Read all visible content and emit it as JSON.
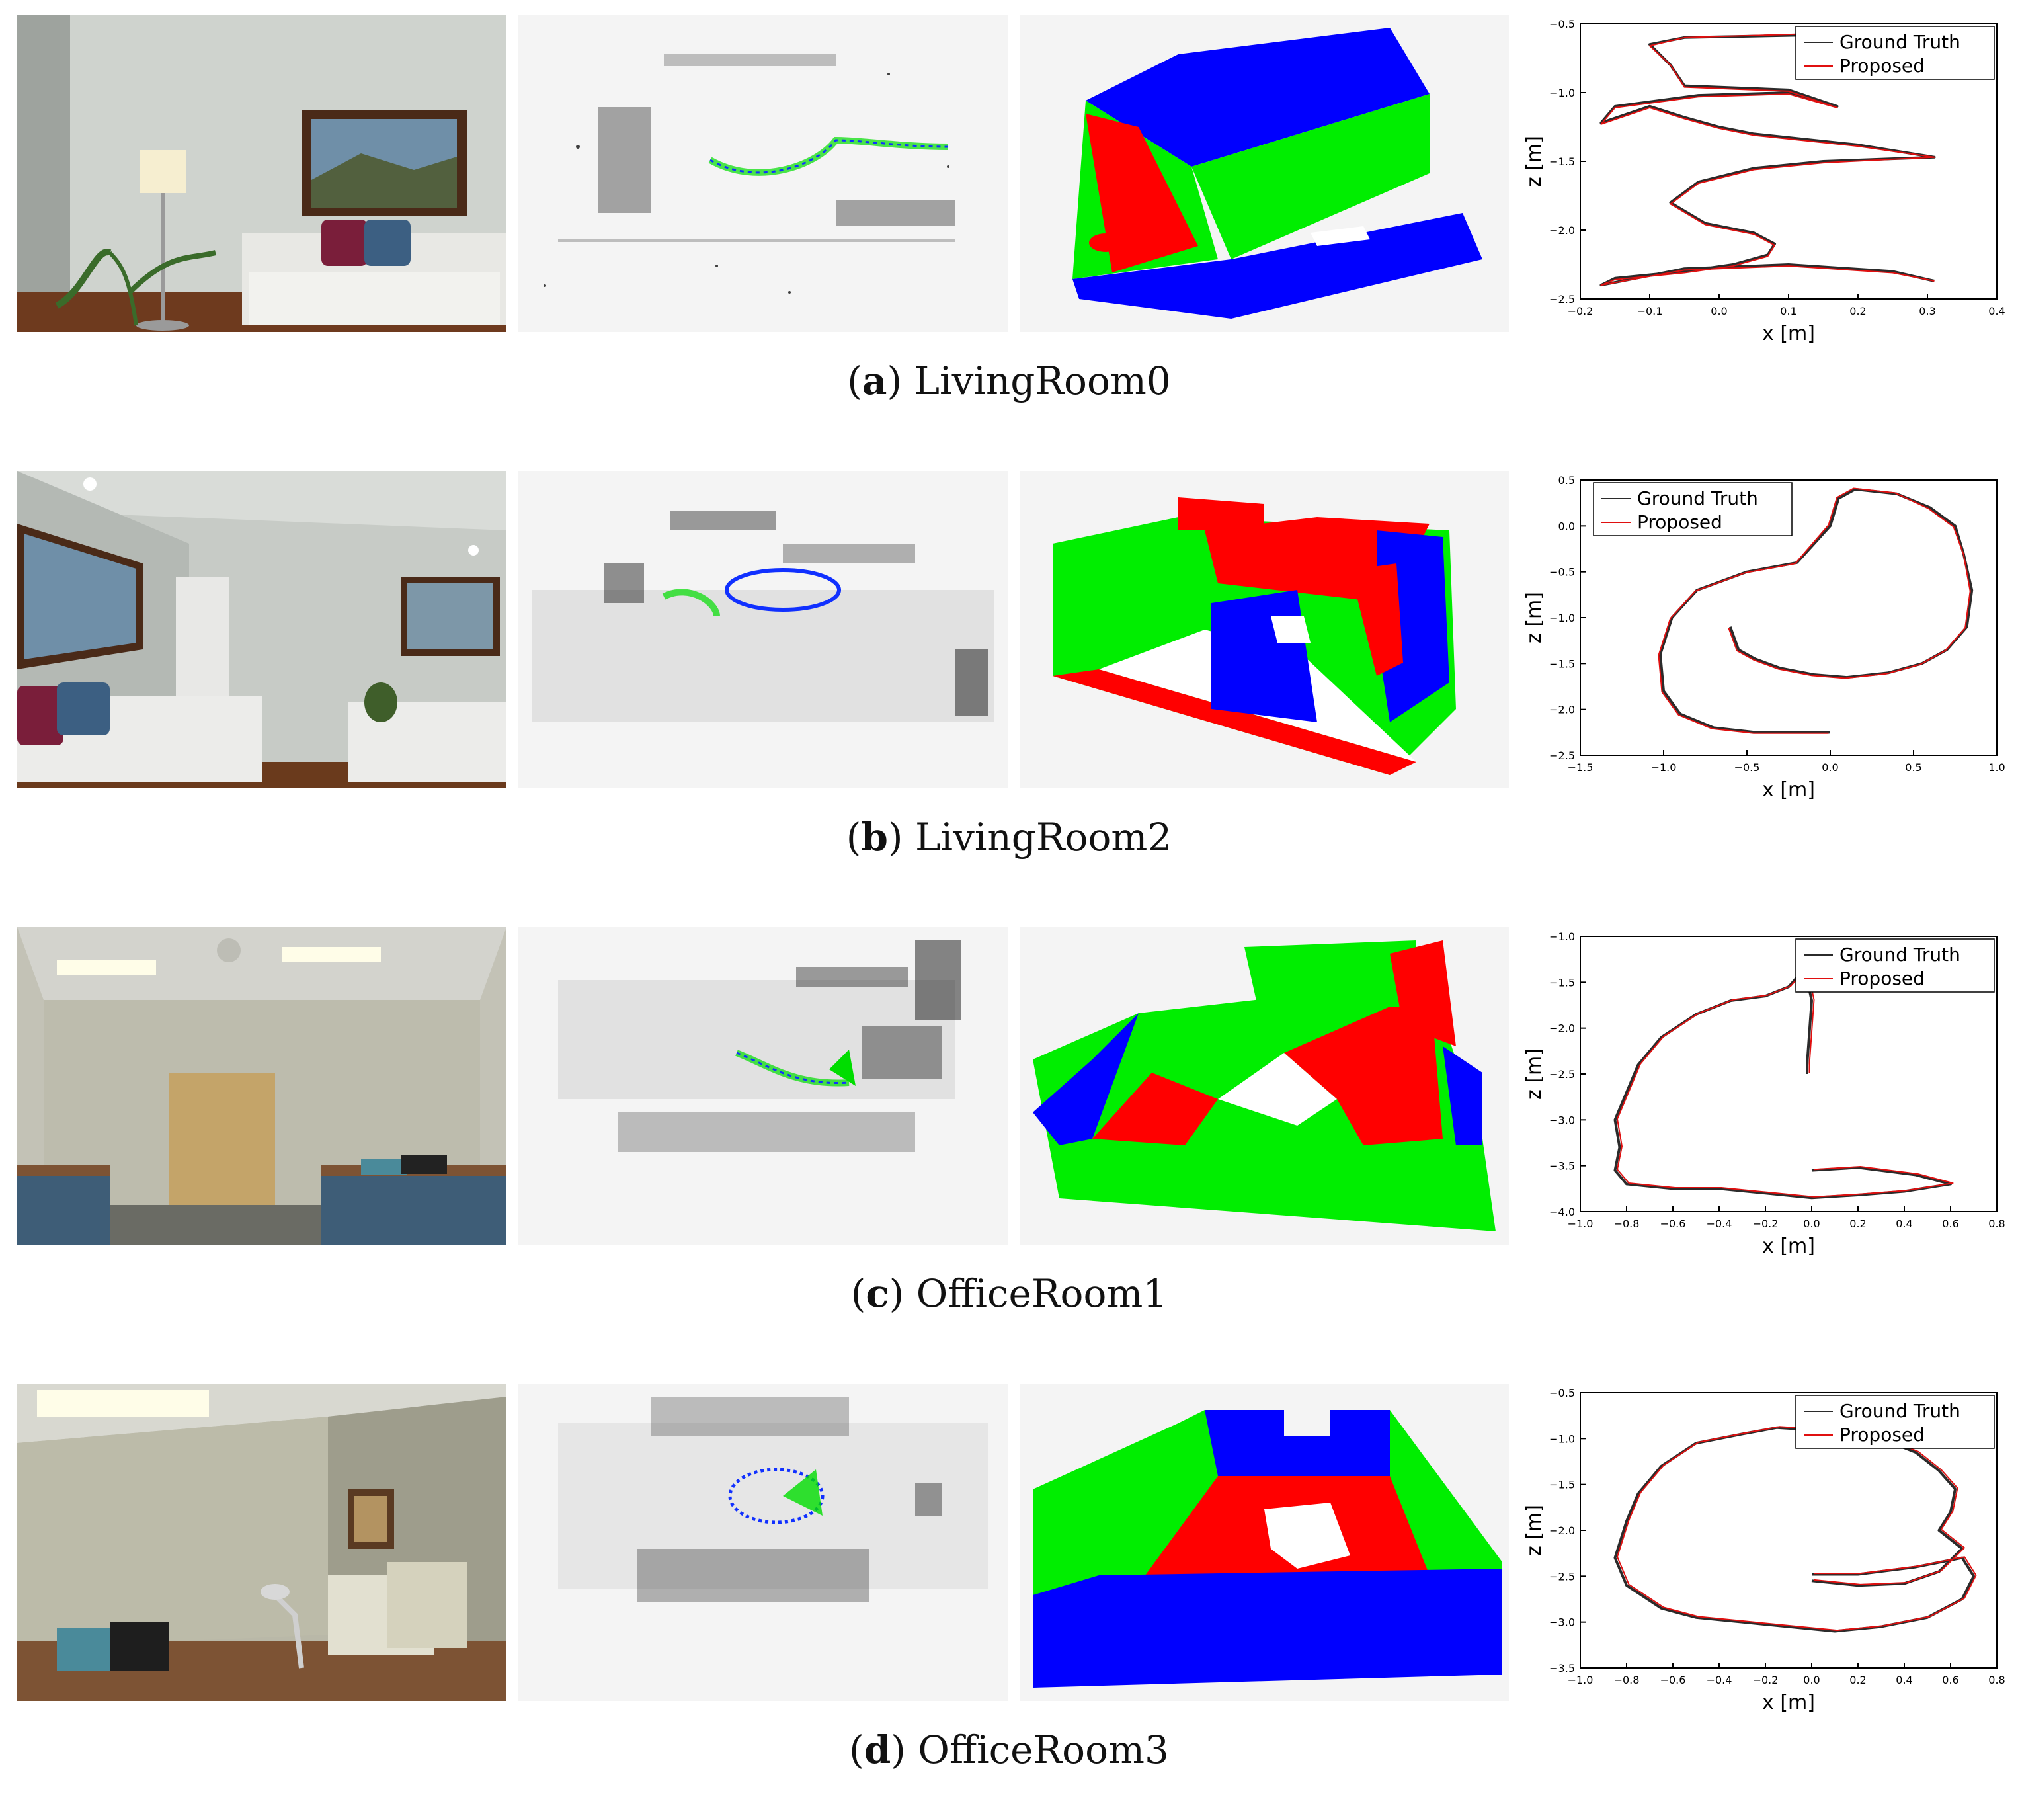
{
  "colors": {
    "ground_truth": "#2b2b2b",
    "proposed": "#e01010",
    "plane_red": "#ff0000",
    "plane_green": "#00ee00",
    "plane_blue": "#0000ff",
    "background": "#f4f4f4"
  },
  "legend": {
    "ground_truth": "Ground Truth",
    "proposed": "Proposed"
  },
  "rows": [
    {
      "letter": "a",
      "name": "LivingRoom0",
      "open_paren": "(",
      "close_paren": ")"
    },
    {
      "letter": "b",
      "name": "LivingRoom2",
      "open_paren": "(",
      "close_paren": ")"
    },
    {
      "letter": "c",
      "name": "OfficeRoom1",
      "open_paren": "(",
      "close_paren": ")"
    },
    {
      "letter": "d",
      "name": "OfficeRoom3",
      "open_paren": "(",
      "close_paren": ")"
    }
  ],
  "chart_data": [
    {
      "type": "line",
      "xlabel": "x [m]",
      "ylabel": "z [m]",
      "xlim": [
        -0.2,
        0.4
      ],
      "ylim": [
        -2.5,
        -0.5
      ],
      "xticks": [
        "−0.2",
        "−0.1",
        "0.0",
        "0.1",
        "0.2",
        "0.3",
        "0.4"
      ],
      "yticks": [
        "−2.5",
        "−2.0",
        "−1.5",
        "−1.0",
        "−0.5"
      ],
      "legend_position": "top-right",
      "series": [
        {
          "name": "Ground Truth",
          "x": [
            0.15,
            -0.05,
            -0.1,
            -0.07,
            -0.05,
            0.1,
            0.17,
            0.1,
            -0.03,
            -0.15,
            -0.17,
            -0.1,
            -0.05,
            0.0,
            0.05,
            0.2,
            0.31,
            0.15,
            0.05,
            -0.03,
            -0.07,
            -0.02,
            0.05,
            0.08,
            0.07,
            0.02,
            -0.05,
            -0.15,
            -0.17,
            -0.05,
            0.1,
            0.25,
            0.31
          ],
          "y": [
            -0.58,
            -0.6,
            -0.65,
            -0.8,
            -0.95,
            -0.98,
            -1.1,
            -1.0,
            -1.02,
            -1.1,
            -1.22,
            -1.1,
            -1.18,
            -1.25,
            -1.3,
            -1.38,
            -1.47,
            -1.5,
            -1.55,
            -1.65,
            -1.8,
            -1.95,
            -2.02,
            -2.1,
            -2.18,
            -2.25,
            -2.3,
            -2.35,
            -2.4,
            -2.28,
            -2.25,
            -2.3,
            -2.37
          ]
        },
        {
          "name": "Proposed",
          "x": [
            0.15,
            -0.05,
            -0.1,
            -0.07,
            -0.05,
            0.1,
            0.17,
            0.1,
            -0.03,
            -0.15,
            -0.17,
            -0.1,
            -0.05,
            0.0,
            0.05,
            0.2,
            0.31,
            0.15,
            0.05,
            -0.03,
            -0.07,
            -0.02,
            0.05,
            0.08,
            0.07,
            0.02,
            -0.05,
            -0.15,
            -0.17,
            -0.05,
            0.1,
            0.25,
            0.31
          ],
          "y": [
            -0.57,
            -0.6,
            -0.66,
            -0.8,
            -0.96,
            -0.99,
            -1.11,
            -1.01,
            -1.03,
            -1.11,
            -1.23,
            -1.11,
            -1.19,
            -1.26,
            -1.31,
            -1.39,
            -1.47,
            -1.51,
            -1.56,
            -1.66,
            -1.81,
            -1.96,
            -2.03,
            -2.11,
            -2.19,
            -2.26,
            -2.31,
            -2.36,
            -2.4,
            -2.29,
            -2.26,
            -2.31,
            -2.37
          ]
        }
      ]
    },
    {
      "type": "line",
      "xlabel": "x [m]",
      "ylabel": "z [m]",
      "xlim": [
        -1.5,
        1.0
      ],
      "ylim": [
        -2.5,
        0.5
      ],
      "xticks": [
        "−1.5",
        "−1.0",
        "−0.5",
        "0.0",
        "0.5",
        "1.0"
      ],
      "yticks": [
        "−2.5",
        "−2.0",
        "−1.5",
        "−1.0",
        "−0.5",
        "0.0",
        "0.5"
      ],
      "legend_position": "top-left",
      "series": [
        {
          "name": "Ground Truth",
          "x": [
            -0.6,
            -0.55,
            -0.45,
            -0.3,
            -0.1,
            0.1,
            0.35,
            0.55,
            0.7,
            0.82,
            0.85,
            0.8,
            0.75,
            0.6,
            0.4,
            0.15,
            0.05,
            0.0,
            -0.2,
            -0.5,
            -0.8,
            -0.95,
            -1.02,
            -1.0,
            -0.9,
            -0.7,
            -0.45,
            -0.2,
            0.0
          ],
          "y": [
            -1.1,
            -1.35,
            -1.45,
            -1.55,
            -1.62,
            -1.65,
            -1.6,
            -1.5,
            -1.35,
            -1.1,
            -0.7,
            -0.3,
            0.0,
            0.2,
            0.35,
            0.4,
            0.3,
            0.0,
            -0.4,
            -0.5,
            -0.7,
            -1.0,
            -1.4,
            -1.8,
            -2.05,
            -2.2,
            -2.25,
            -2.25,
            -2.25
          ]
        },
        {
          "name": "Proposed",
          "x": [
            -0.61,
            -0.56,
            -0.46,
            -0.31,
            -0.11,
            0.09,
            0.34,
            0.54,
            0.69,
            0.81,
            0.84,
            0.8,
            0.74,
            0.59,
            0.39,
            0.14,
            0.04,
            -0.01,
            -0.21,
            -0.51,
            -0.81,
            -0.96,
            -1.03,
            -1.01,
            -0.91,
            -0.71,
            -0.46,
            -0.21,
            -0.01
          ],
          "y": [
            -1.11,
            -1.36,
            -1.46,
            -1.56,
            -1.63,
            -1.66,
            -1.61,
            -1.51,
            -1.36,
            -1.11,
            -0.71,
            -0.31,
            -0.01,
            0.19,
            0.36,
            0.41,
            0.31,
            0.01,
            -0.41,
            -0.51,
            -0.71,
            -1.01,
            -1.41,
            -1.81,
            -2.06,
            -2.21,
            -2.26,
            -2.26,
            -2.26
          ]
        }
      ]
    },
    {
      "type": "line",
      "xlabel": "x [m]",
      "ylabel": "z [m]",
      "xlim": [
        -1.0,
        0.8
      ],
      "ylim": [
        -4.0,
        -1.0
      ],
      "xticks": [
        "−1.0",
        "−0.8",
        "−0.6",
        "−0.4",
        "−0.2",
        "0.0",
        "0.2",
        "0.4",
        "0.6",
        "0.8"
      ],
      "yticks": [
        "−4.0",
        "−3.5",
        "−3.0",
        "−2.5",
        "−2.0",
        "−1.5",
        "−1.0"
      ],
      "legend_position": "top-right",
      "series": [
        {
          "name": "Ground Truth",
          "x": [
            -0.02,
            -0.02,
            0.0,
            -0.03,
            -0.1,
            -0.2,
            -0.35,
            -0.5,
            -0.65,
            -0.75,
            -0.8,
            -0.85,
            -0.83,
            -0.85,
            -0.8,
            -0.6,
            -0.4,
            -0.2,
            0.0,
            0.2,
            0.4,
            0.55,
            0.6,
            0.45,
            0.2,
            0.0
          ],
          "y": [
            -2.5,
            -2.4,
            -1.7,
            -1.35,
            -1.55,
            -1.65,
            -1.7,
            -1.85,
            -2.1,
            -2.4,
            -2.7,
            -3.0,
            -3.3,
            -3.55,
            -3.7,
            -3.75,
            -3.75,
            -3.8,
            -3.85,
            -3.82,
            -3.78,
            -3.72,
            -3.7,
            -3.6,
            -3.52,
            -3.55
          ]
        },
        {
          "name": "Proposed",
          "x": [
            -0.01,
            -0.01,
            0.01,
            -0.02,
            -0.09,
            -0.19,
            -0.34,
            -0.49,
            -0.64,
            -0.74,
            -0.79,
            -0.84,
            -0.82,
            -0.84,
            -0.79,
            -0.59,
            -0.39,
            -0.19,
            0.01,
            0.21,
            0.41,
            0.56,
            0.61,
            0.46,
            0.21,
            0.01
          ],
          "y": [
            -2.49,
            -2.39,
            -1.69,
            -1.34,
            -1.54,
            -1.64,
            -1.69,
            -1.84,
            -2.09,
            -2.39,
            -2.69,
            -2.99,
            -3.29,
            -3.54,
            -3.69,
            -3.74,
            -3.74,
            -3.79,
            -3.84,
            -3.81,
            -3.77,
            -3.71,
            -3.69,
            -3.59,
            -3.51,
            -3.54
          ]
        }
      ]
    },
    {
      "type": "line",
      "xlabel": "x [m]",
      "ylabel": "z [m]",
      "xlim": [
        -1.0,
        0.8
      ],
      "ylim": [
        -3.5,
        -0.5
      ],
      "xticks": [
        "−1.0",
        "−0.8",
        "−0.6",
        "−0.4",
        "−0.2",
        "0.0",
        "0.2",
        "0.4",
        "0.6",
        "0.8"
      ],
      "yticks": [
        "−3.5",
        "−3.0",
        "−2.5",
        "−2.0",
        "−1.5",
        "−1.0",
        "−0.5"
      ],
      "legend_position": "top-right",
      "series": [
        {
          "name": "Ground Truth",
          "x": [
            0.0,
            0.2,
            0.4,
            0.55,
            0.65,
            0.55,
            0.6,
            0.62,
            0.55,
            0.45,
            0.3,
            0.1,
            -0.15,
            -0.3,
            -0.5,
            -0.65,
            -0.75,
            -0.8,
            -0.85,
            -0.8,
            -0.65,
            -0.5,
            -0.3,
            -0.1,
            0.1,
            0.3,
            0.5,
            0.65,
            0.7,
            0.65,
            0.45,
            0.2,
            0.0
          ],
          "y": [
            -2.55,
            -2.6,
            -2.58,
            -2.45,
            -2.2,
            -2.0,
            -1.8,
            -1.55,
            -1.35,
            -1.15,
            -1.0,
            -0.92,
            -0.88,
            -0.95,
            -1.05,
            -1.3,
            -1.6,
            -1.9,
            -2.3,
            -2.6,
            -2.85,
            -2.95,
            -3.0,
            -3.05,
            -3.1,
            -3.05,
            -2.95,
            -2.75,
            -2.5,
            -2.3,
            -2.4,
            -2.48,
            -2.48
          ]
        },
        {
          "name": "Proposed",
          "x": [
            0.01,
            0.21,
            0.41,
            0.56,
            0.66,
            0.56,
            0.61,
            0.63,
            0.56,
            0.46,
            0.31,
            0.11,
            -0.14,
            -0.29,
            -0.49,
            -0.64,
            -0.74,
            -0.79,
            -0.84,
            -0.79,
            -0.64,
            -0.49,
            -0.29,
            -0.09,
            0.11,
            0.31,
            0.51,
            0.66,
            0.71,
            0.66,
            0.46,
            0.21,
            0.01
          ],
          "y": [
            -2.54,
            -2.59,
            -2.57,
            -2.44,
            -2.19,
            -1.99,
            -1.79,
            -1.54,
            -1.34,
            -1.14,
            -0.99,
            -0.91,
            -0.87,
            -0.94,
            -1.04,
            -1.29,
            -1.59,
            -1.89,
            -2.29,
            -2.59,
            -2.84,
            -2.94,
            -2.99,
            -3.04,
            -3.09,
            -3.04,
            -2.94,
            -2.74,
            -2.49,
            -2.29,
            -2.39,
            -2.47,
            -2.47
          ]
        }
      ]
    }
  ]
}
